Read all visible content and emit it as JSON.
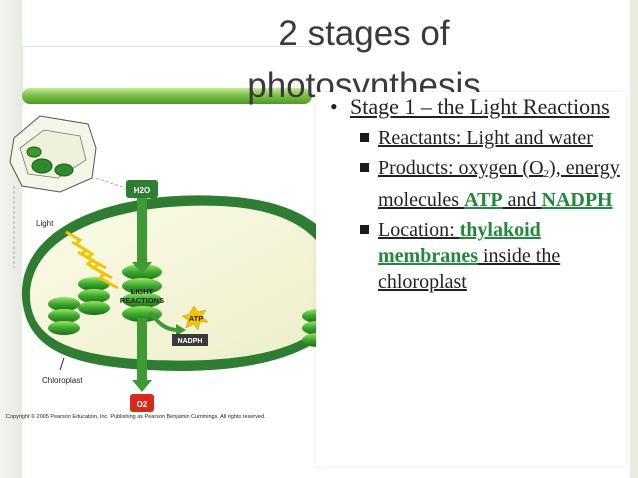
{
  "slide": {
    "title": "2 stages of photosynthesis"
  },
  "figure": {
    "labels": {
      "water": "H2O",
      "light": "Light",
      "light_reactions_1": "LIGHT",
      "light_reactions_2": "REACTIONS",
      "atp": "ATP",
      "nadph": "NADPH",
      "chloroplast": "Chloroplast",
      "oxygen": "O2"
    },
    "copyright": "Copyright © 2005 Pearson Education, Inc. Publishing as Pearson Benjamin Cummings. All rights reserved."
  },
  "bullets": {
    "stage": "Stage 1 – the Light Reactions",
    "reactants": "Reactants: Light and water",
    "products_a": "Products: oxygen (O",
    "products_sub": "2",
    "products_b": "), energy molecules ",
    "products_atp": "ATP",
    "products_c": " and ",
    "products_nadph": "NADPH",
    "location_a": "Location: ",
    "location_hl": "thylakoid membranes",
    "location_b": " inside the chloroplast"
  },
  "colors": {
    "accent_green": "#1f8a3a",
    "bar_green": "#7ec04a"
  }
}
